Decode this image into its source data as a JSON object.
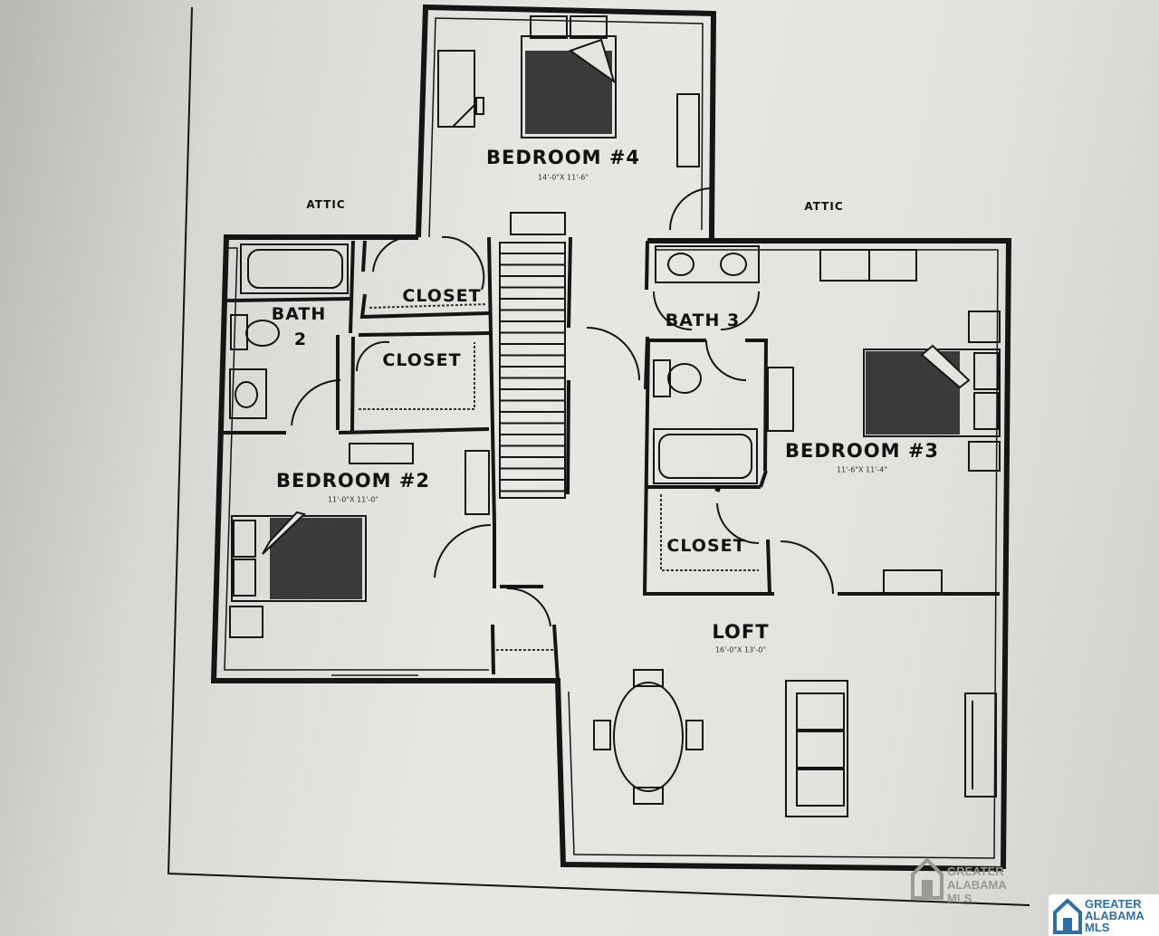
{
  "rooms": {
    "bedroom4": {
      "name": "BEDROOM #4",
      "dim": "14'-0\"X 11'-6\""
    },
    "bedroom3": {
      "name": "BEDROOM #3",
      "dim": "11'-6\"X 11'-4\""
    },
    "bedroom2": {
      "name": "BEDROOM #2",
      "dim": "11'-0\"X 11'-0\""
    },
    "loft": {
      "name": "LOFT",
      "dim": "16'-0\"X 13'-0\""
    },
    "bath2_line1": "BATH",
    "bath2_line2": "2",
    "bath3": "BATH 3",
    "closet_top": "CLOSET",
    "closet_mid": "CLOSET",
    "closet_b3": "CLOSET"
  },
  "attic_left": "ATTIC",
  "attic_right": "ATTIC",
  "watermark": {
    "line1": "GREATER",
    "line2": "ALABAMA",
    "line3": "MLS"
  },
  "badge": {
    "line1": "GREATER",
    "line2": "ALABAMA",
    "line3": "MLS"
  },
  "colors": {
    "ink": "#151515",
    "paper": "#e6e4e0",
    "badge_blue": "#2e6ea6"
  },
  "icons": [
    "stairs-icon",
    "bed-icon",
    "bathtub-icon",
    "toilet-icon",
    "sink-icon",
    "dining-table-icon",
    "sofa-icon",
    "house-logo-icon"
  ]
}
